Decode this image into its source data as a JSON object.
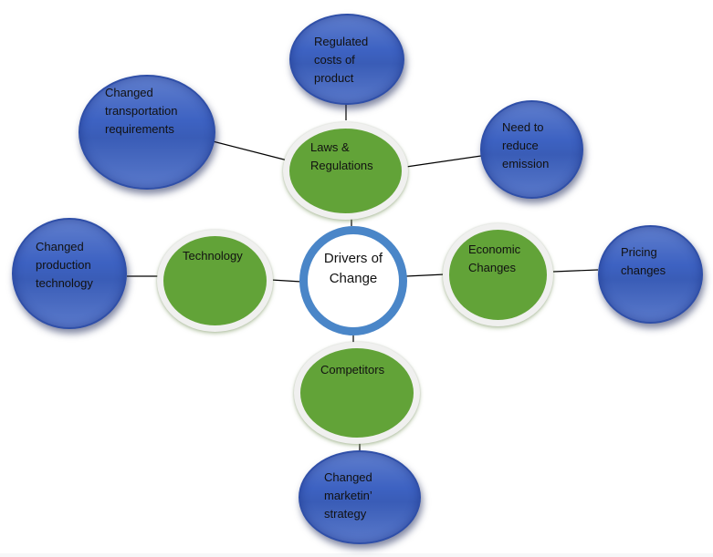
{
  "diagram": {
    "title": "Drivers of Change",
    "colors": {
      "center_ring": "#4a86c8",
      "driver_fill": "#62a338",
      "driver_ring": "#f0f0ef",
      "effect_fill": "#3d62c2",
      "connector": "#000000"
    },
    "center": {
      "label": "Drivers of\nChange"
    },
    "drivers": [
      {
        "id": "laws",
        "label": "Laws &\nRegulations"
      },
      {
        "id": "technology",
        "label": "Technology"
      },
      {
        "id": "economic",
        "label": "Economic\nChanges"
      },
      {
        "id": "competitors",
        "label": "Competitors"
      }
    ],
    "effects": [
      {
        "id": "regulated-costs",
        "parent": "laws",
        "label": "Regulated\ncosts of\nproduct"
      },
      {
        "id": "transportation",
        "parent": "laws",
        "label": "Changed\ntransportation\nrequirements"
      },
      {
        "id": "emission",
        "parent": "laws",
        "label": "Need to\nreduce\nemission"
      },
      {
        "id": "production-tech",
        "parent": "technology",
        "label": "Changed\nproduction\ntechnology"
      },
      {
        "id": "pricing",
        "parent": "economic",
        "label": "Pricing\nchanges"
      },
      {
        "id": "marketing",
        "parent": "competitors",
        "label": "Changed\nmarketin’\nstrategy"
      }
    ]
  }
}
